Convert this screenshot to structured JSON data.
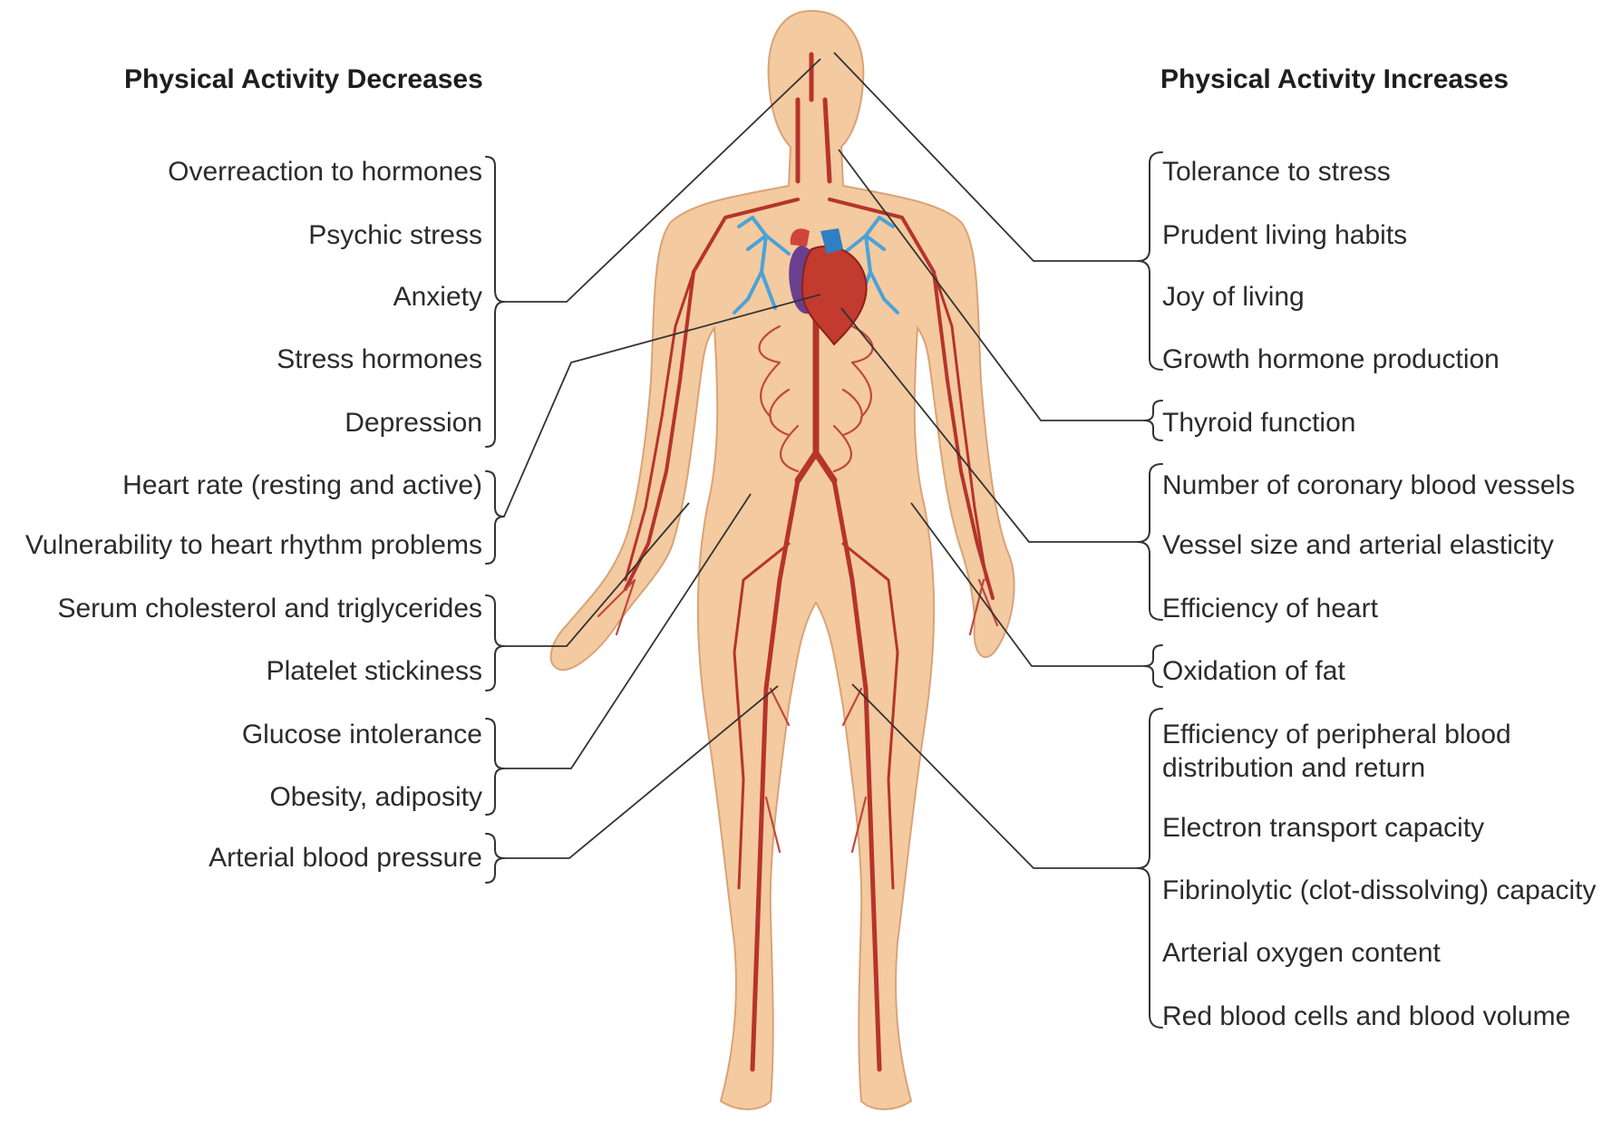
{
  "headings": {
    "left": "Physical Activity Decreases",
    "right": "Physical Activity Increases"
  },
  "decreases": [
    "Overreaction to hormones",
    "Psychic stress",
    "Anxiety",
    "Stress hormones",
    "Depression",
    "Heart rate (resting and active)",
    "Vulnerability to heart rhythm problems",
    "Serum cholesterol and triglycerides",
    "Platelet stickiness",
    "Glucose intolerance",
    "Obesity, adiposity",
    "Arterial blood pressure"
  ],
  "increases": [
    "Tolerance to stress",
    "Prudent living habits",
    "Joy of living",
    "Growth hormone production",
    "Thyroid function",
    "Number of coronary blood vessels",
    "Vessel size and arterial elasticity",
    "Efficiency of heart",
    "Oxidation of fat",
    "Efficiency of peripheral blood",
    "distribution and return",
    "Electron transport capacity",
    "Fibrinolytic (clot-dissolving) capacity",
    "Arterial oxygen content",
    "Red blood cells and blood volume"
  ],
  "colors": {
    "skin": "#f4caa0",
    "skin_outline": "#d9a377",
    "artery": "#b5342c",
    "heart": "#c23b2e",
    "vein": "#6a3f8f",
    "lung_vessels": "#4aa3d8",
    "text": "#2b2b2b"
  }
}
